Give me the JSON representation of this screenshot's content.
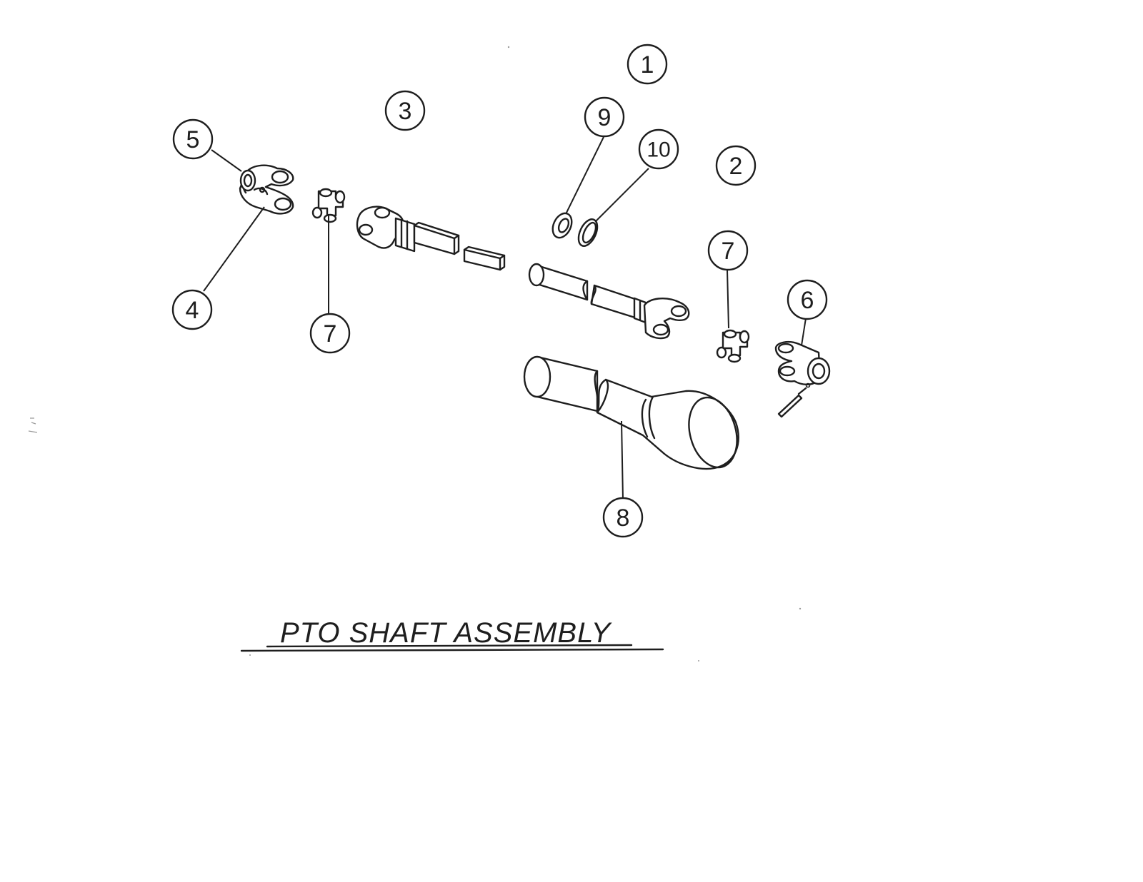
{
  "diagram": {
    "title": "PTO SHAFT ASSEMBLY",
    "callouts": [
      {
        "id": "c1",
        "label": "1"
      },
      {
        "id": "c2",
        "label": "2"
      },
      {
        "id": "c3",
        "label": "3"
      },
      {
        "id": "c4",
        "label": "4"
      },
      {
        "id": "c5",
        "label": "5"
      },
      {
        "id": "c6",
        "label": "6"
      },
      {
        "id": "c7a",
        "label": "7"
      },
      {
        "id": "c7b",
        "label": "7"
      },
      {
        "id": "c8",
        "label": "8"
      },
      {
        "id": "c9",
        "label": "9"
      },
      {
        "id": "c10",
        "label": "10"
      }
    ]
  }
}
